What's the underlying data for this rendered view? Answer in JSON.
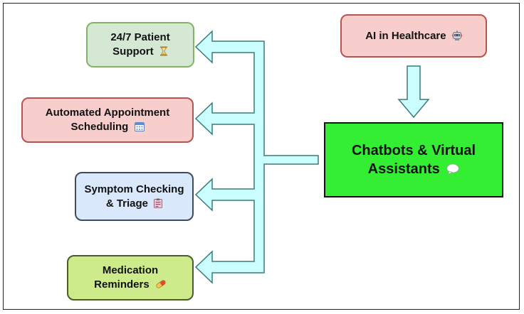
{
  "nodes": {
    "support": {
      "label": "24/7 Patient Support",
      "icon": "hourglass-icon"
    },
    "appointment": {
      "label": "Automated Appointment Scheduling",
      "icon": "calendar-icon"
    },
    "symptom": {
      "label": "Symptom Checking & Triage",
      "icon": "clipboard-icon"
    },
    "medication": {
      "label": "Medication Reminders",
      "icon": "pill-icon"
    },
    "ai": {
      "label": "AI in Healthcare",
      "icon": "robot-icon"
    },
    "chatbots": {
      "label": "Chatbots & Virtual Assistants",
      "icon": "speech-bubble-icon"
    }
  },
  "edges": [
    {
      "from": "AI in Healthcare",
      "to": "Chatbots & Virtual Assistants"
    },
    {
      "from": "Chatbots & Virtual Assistants",
      "to": "24/7 Patient Support"
    },
    {
      "from": "Chatbots & Virtual Assistants",
      "to": "Automated Appointment Scheduling"
    },
    {
      "from": "Chatbots & Virtual Assistants",
      "to": "Symptom Checking & Triage"
    },
    {
      "from": "Chatbots & Virtual Assistants",
      "to": "Medication Reminders"
    }
  ],
  "colors": {
    "arrow_fill": "#ccffff",
    "arrow_stroke": "#3a7a7a",
    "green_node": "#d5e8d4",
    "red_node": "#f8cecc",
    "blue_node": "#dae8fc",
    "lime_node": "#cdeb8b",
    "chatbot_node": "#33ee33"
  }
}
